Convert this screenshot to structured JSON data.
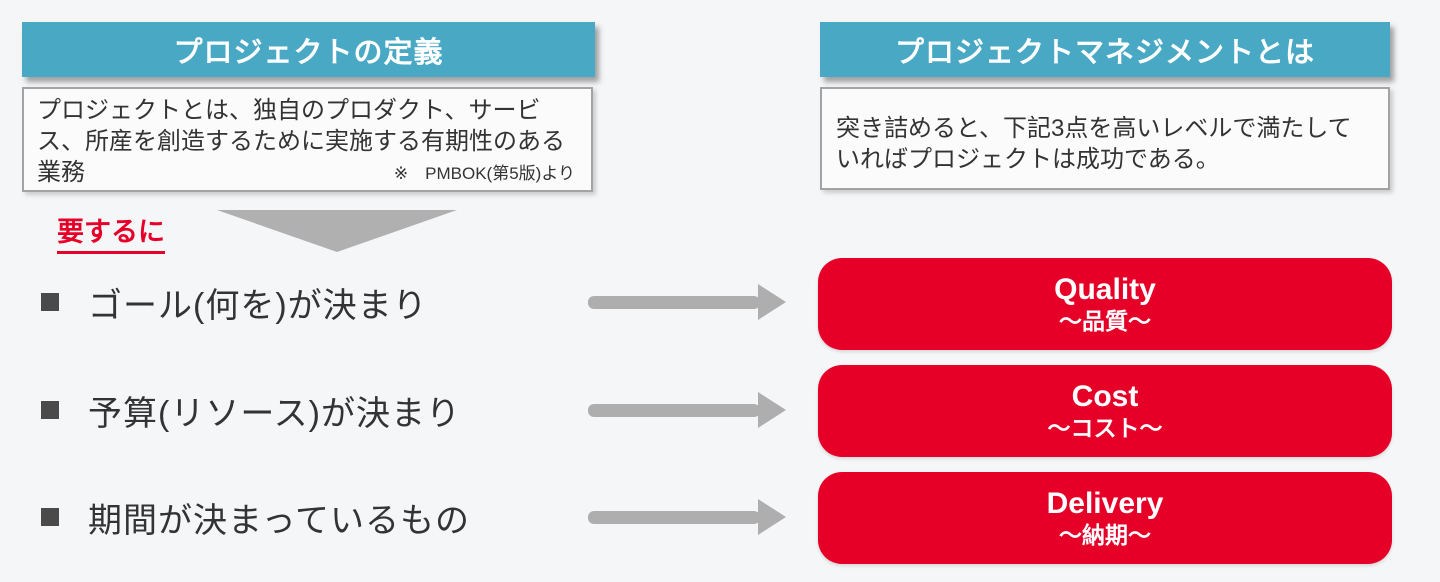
{
  "colors": {
    "teal_header": "#49A9C5",
    "red_box": "#E60028",
    "red_accent_text": "#E60029",
    "arrow_gray": "#AEAEAE",
    "triangle_gray": "#B0B0B0",
    "background": "#F5F6F8",
    "body_text": "#333333"
  },
  "left_panel": {
    "header": "プロジェクトの定義",
    "body": "プロジェクトとは、独自のプロダクト、サービス、所産を創造するために実施する有期性のある業務",
    "source_note": "※　PMBOK(第5版)より"
  },
  "right_panel": {
    "header": "プロジェクトマネジメントとは",
    "body": "突き詰めると、下記3点を高いレベルで満たしていればプロジェクトは成功である。"
  },
  "transition_label": "要するに",
  "bullets": [
    "ゴール(何を)が決まり",
    "予算(リソース)が決まり",
    "期間が決まっているもの"
  ],
  "qcd_boxes": [
    {
      "title": "Quality",
      "subtitle": "〜品質〜"
    },
    {
      "title": "Cost",
      "subtitle": "〜コスト〜"
    },
    {
      "title": "Delivery",
      "subtitle": "〜納期〜"
    }
  ]
}
